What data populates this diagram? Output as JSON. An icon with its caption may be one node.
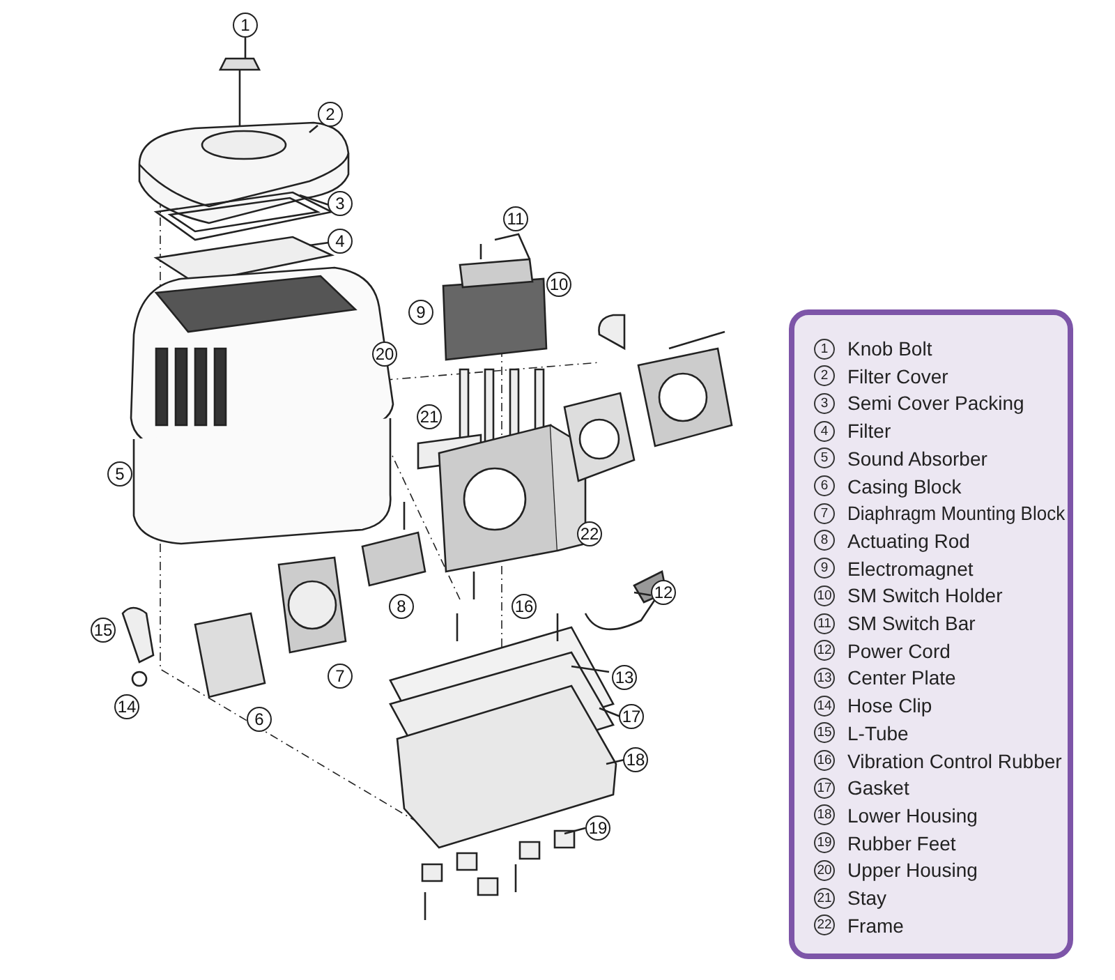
{
  "diagram": {
    "labels": [
      "1",
      "2",
      "3",
      "4",
      "5",
      "6",
      "7",
      "8",
      "9",
      "10",
      "11",
      "12",
      "13",
      "14",
      "15",
      "16",
      "17",
      "18",
      "19",
      "20",
      "21",
      "22",
      "1",
      "Knob Bolt",
      "2",
      "Filter Cover",
      "3",
      "Semi Cover Packing",
      "4",
      "Filter",
      "5",
      "Sound Absorber",
      "6",
      "Casing Block",
      "7",
      "Diaphragm Mounting Block",
      "8",
      "Actuating Rod",
      "9",
      "Electromagnet",
      "10",
      "SM Switch Holder",
      "11",
      "SM Switch Bar",
      "12",
      "Power Cord",
      "13",
      "Center Plate",
      "14",
      "Hose Clip",
      "15",
      "L-Tube",
      "16",
      "Vibration Control Rubber",
      "17",
      "Gasket",
      "18",
      "Lower Housing",
      "19",
      "Rubber Feet",
      "20",
      "Upper Housing",
      "21",
      "Stay",
      "22",
      "Frame"
    ]
  }
}
